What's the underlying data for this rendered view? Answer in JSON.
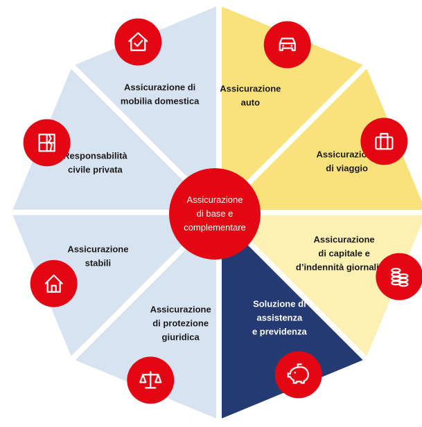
{
  "segments": [
    {
      "id": "auto",
      "lines": [
        "Assicurazione",
        "auto"
      ],
      "fill": "#f9e27a",
      "text_color": "#1a1a1a",
      "icon": "car-icon"
    },
    {
      "id": "viaggio",
      "lines": [
        "Assicurazione",
        "di viaggio"
      ],
      "fill": "#f9e27a",
      "text_color": "#1a1a1a",
      "icon": "suitcase-icon"
    },
    {
      "id": "capitale",
      "lines": [
        "Assicurazione",
        "di capitale e",
        "d’indennità giornaliera"
      ],
      "fill": "#fcf0b3",
      "text_color": "#1a1a1a",
      "icon": "coins-icon"
    },
    {
      "id": "previdenza",
      "lines": [
        "Soluzione di",
        "assistenza",
        "e previdenza"
      ],
      "fill": "#243a73",
      "text_color": "#ffffff",
      "icon": "piggy-bank-icon"
    },
    {
      "id": "giuridica",
      "lines": [
        "Assicurazione",
        "di protezione",
        "giuridica"
      ],
      "fill": "#d8e3f2",
      "text_color": "#1a1a1a",
      "icon": "scales-icon"
    },
    {
      "id": "stabili",
      "lines": [
        "Assicurazione",
        "stabili"
      ],
      "fill": "#d8e3f2",
      "text_color": "#1a1a1a",
      "icon": "house-icon"
    },
    {
      "id": "civile",
      "lines": [
        "Responsabilità",
        "civile privata"
      ],
      "fill": "#d8e3f2",
      "text_color": "#1a1a1a",
      "icon": "broken-window-icon"
    },
    {
      "id": "mobilia",
      "lines": [
        "Assicurazione di",
        "mobilia domestica"
      ],
      "fill": "#d8e3f2",
      "text_color": "#1a1a1a",
      "icon": "home-check-icon"
    }
  ],
  "center": {
    "lines": [
      "Assicurazione",
      "di base e",
      "complementare"
    ],
    "fill": "#e30613"
  },
  "colors": {
    "icon_badge": "#e30613",
    "divider": "#ffffff"
  }
}
